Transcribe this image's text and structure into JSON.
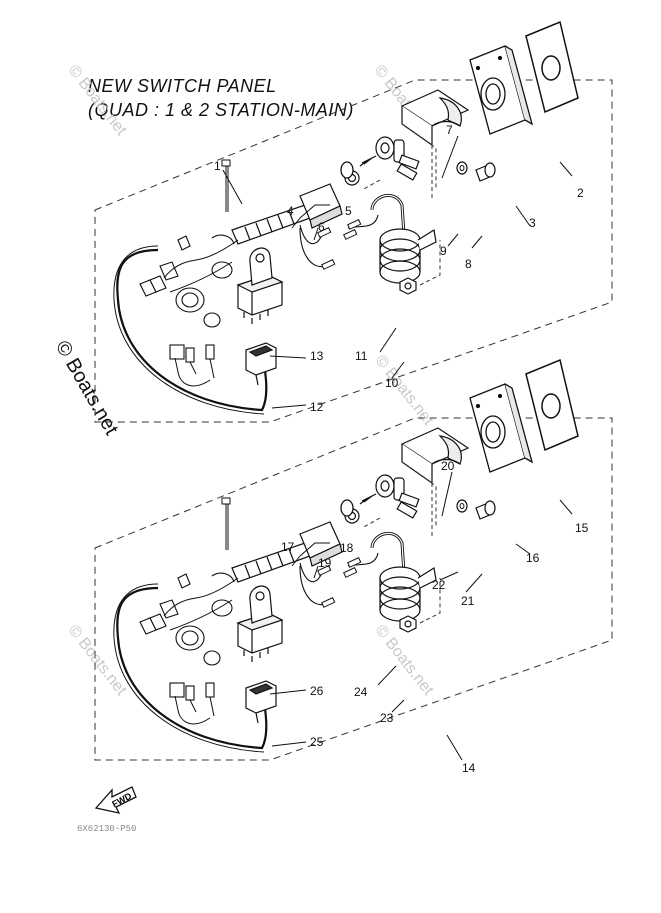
{
  "title": {
    "line1": "NEW SWITCH PANEL",
    "line2": "(QUAD : 1 & 2 STATION-MAIN)"
  },
  "watermark": "© Boats.net",
  "fwd_label": "FWD",
  "part_code": "6X62130-P50",
  "callouts": [
    "1",
    "2",
    "3",
    "4",
    "5",
    "6",
    "7",
    "8",
    "9",
    "10",
    "11",
    "12",
    "13",
    "14",
    "15",
    "16",
    "17",
    "18",
    "19",
    "20",
    "21",
    "22",
    "23",
    "24",
    "25",
    "26"
  ]
}
